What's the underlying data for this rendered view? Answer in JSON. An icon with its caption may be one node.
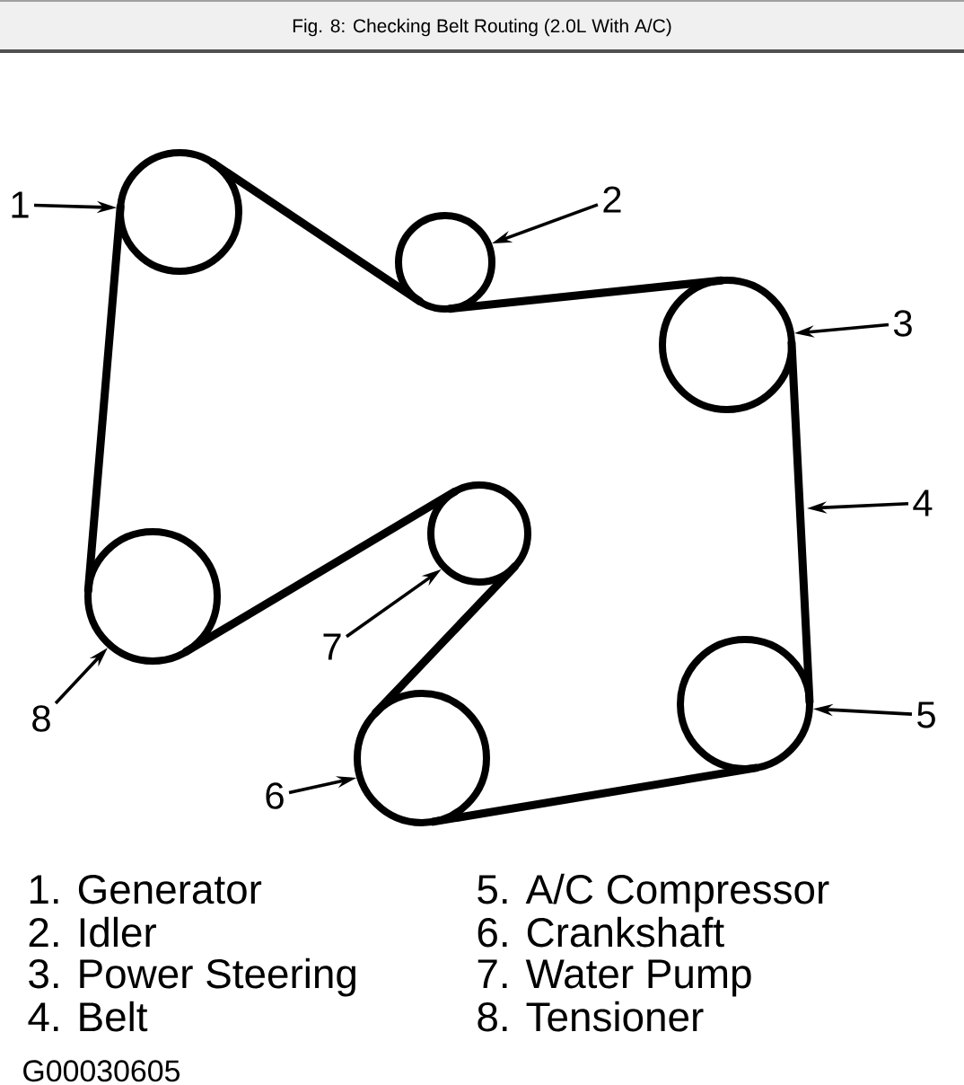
{
  "diagram": {
    "title": "Fig. 8: Checking Belt Routing (2.0L With A/C)",
    "nodes": [
      {
        "text": [
          "1"
        ]
      },
      {
        "text": [],
        "shape": "circle"
      },
      {
        "text": [
          "2"
        ]
      },
      {
        "text": [],
        "shape": "circle"
      },
      {
        "text": [
          "3"
        ]
      },
      {
        "text": [],
        "shape": "circle"
      },
      {
        "text": [
          "4"
        ]
      },
      {
        "text": [],
        "shape": "circle"
      },
      {
        "text": [],
        "shape": "circle"
      },
      {
        "text": [
          "7"
        ]
      },
      {
        "text": [],
        "shape": "circle"
      },
      {
        "text": [
          "5"
        ]
      },
      {
        "text": [
          "8"
        ]
      },
      {
        "text": [],
        "shape": "circle"
      },
      {
        "text": [
          "6"
        ]
      }
    ],
    "edges": [
      {
        "from": 0,
        "to": 1,
        "arrow": "to"
      },
      {
        "from": 2,
        "to": 3,
        "arrow": "to"
      },
      {
        "from": 4,
        "to": 5,
        "arrow": "to"
      },
      {
        "from": 6,
        "to": null,
        "arrow": "to"
      },
      {
        "from": 11,
        "to": 10,
        "arrow": "to"
      },
      {
        "from": 14,
        "to": 13,
        "arrow": "to"
      },
      {
        "from": 9,
        "to": 7,
        "arrow": "to"
      },
      {
        "from": 12,
        "to": 8,
        "arrow": "to"
      },
      {
        "from": 1,
        "to": 3,
        "arrow": "none",
        "style": "thick"
      },
      {
        "from": 3,
        "to": 5,
        "arrow": "none",
        "style": "thick"
      },
      {
        "from": 5,
        "to": 10,
        "arrow": "none",
        "style": "thick"
      },
      {
        "from": 10,
        "to": 13,
        "arrow": "none",
        "style": "thick"
      },
      {
        "from": 13,
        "to": 7,
        "arrow": "none",
        "style": "thick"
      },
      {
        "from": 7,
        "to": 8,
        "arrow": "none",
        "style": "thick"
      },
      {
        "from": 8,
        "to": 1,
        "arrow": "none",
        "style": "thick"
      }
    ],
    "labels": [
      "1. Generator",
      "2. Idler",
      "3. Power Steering",
      "4. Belt",
      "5. A/C Compressor",
      "6. Crankshaft",
      "7. Water Pump",
      "8. Tensioner",
      "G00030605"
    ]
  }
}
